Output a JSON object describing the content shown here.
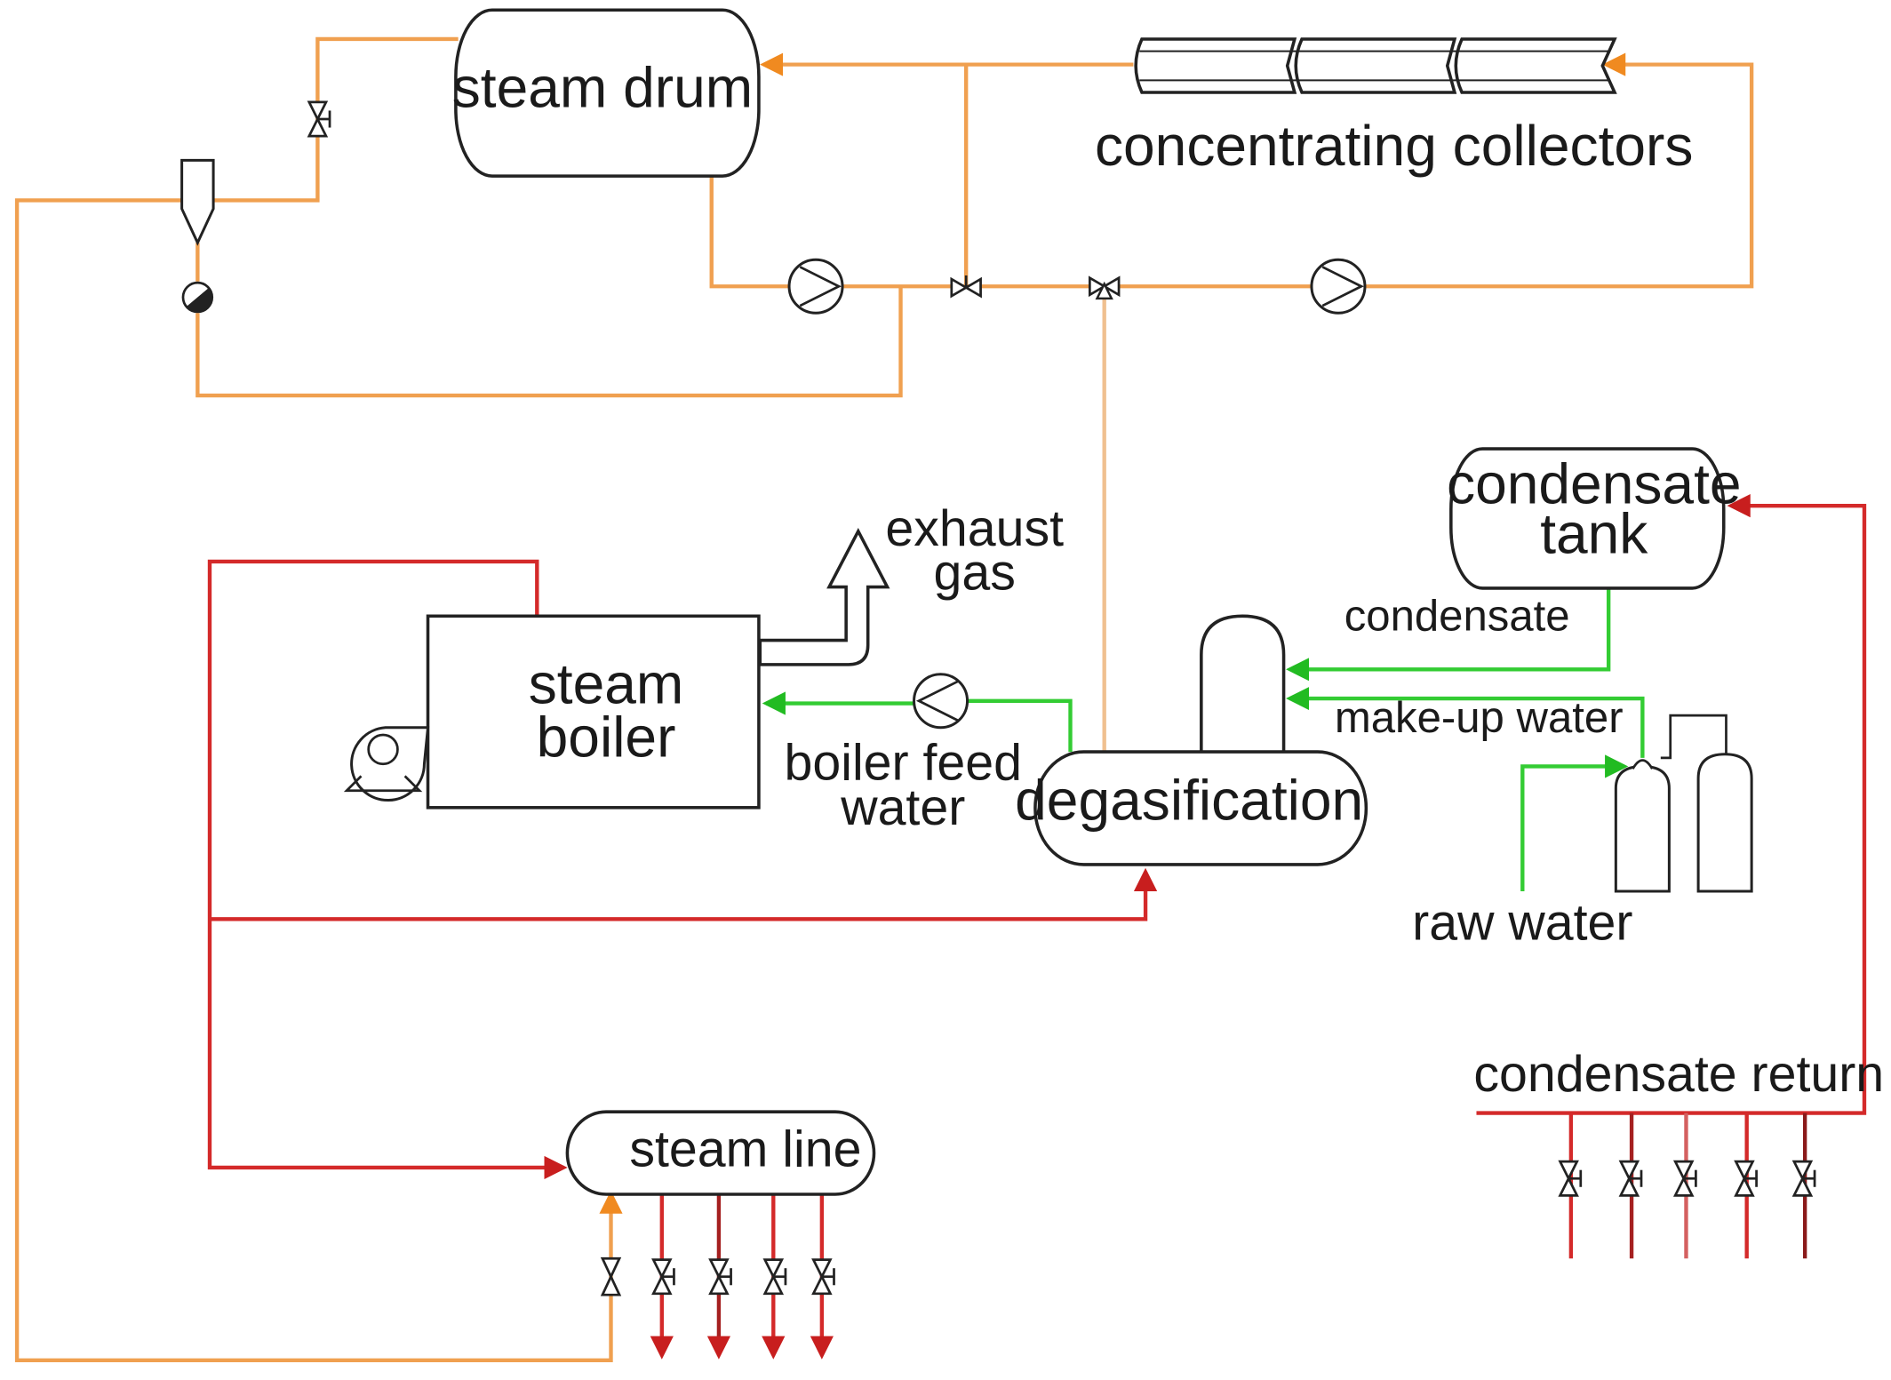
{
  "labels": {
    "steam_drum": "steam drum",
    "concentrating_collectors": "concentrating collectors",
    "condensate_tank_line1": "condensate",
    "condensate_tank_line2": "tank",
    "exhaust_gas_line1": "exhaust",
    "exhaust_gas_line2": "gas",
    "steam_boiler_line1": "steam",
    "steam_boiler_line2": "boiler",
    "boiler_feed_water_line1": "boiler feed",
    "boiler_feed_water_line2": "water",
    "degasification": "degasification",
    "condensate": "condensate",
    "make_up_water": "make-up water",
    "raw_water": "raw water",
    "condensate_return": "condensate return",
    "steam_line": "steam line"
  },
  "colors": {
    "solar_loop": "#f0a050",
    "steam": "#d42a2a",
    "water": "#33cc33",
    "outline": "#222222"
  },
  "icons": {
    "pump": "pump-icon",
    "valve": "valve-icon",
    "fan": "fan-icon",
    "separator": "cyclone-separator-icon",
    "level_sensor": "level-sensor-icon",
    "water_treatment": "water-treatment-icon"
  }
}
